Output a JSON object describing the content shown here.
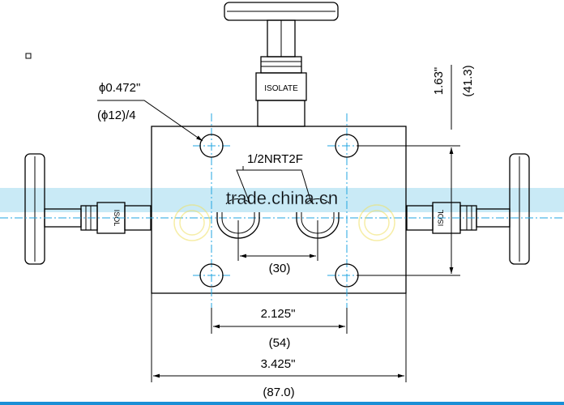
{
  "drawing": {
    "hole_callout": "ϕ0.472\"",
    "hole_callout_metric": "(ϕ12)/4",
    "thread_callout": "1/2NRT2F",
    "top_valve_label": "ISOLATE",
    "side_valve_label": "ISOL",
    "vert_dim_in": "1.63\"",
    "vert_dim_mm": "(41.3)",
    "port_spacing_mm": "(30)",
    "hole_spacing_in": "2.125\"",
    "hole_spacing_mm": "(54)",
    "body_width_in": "3.425\"",
    "body_width_mm": "(87.0)"
  },
  "watermark": "trade.china.cn",
  "colors": {
    "centerline": "#22a6e0",
    "band": "#bfe6f5",
    "bottom_bar": "#1a8fd6"
  }
}
